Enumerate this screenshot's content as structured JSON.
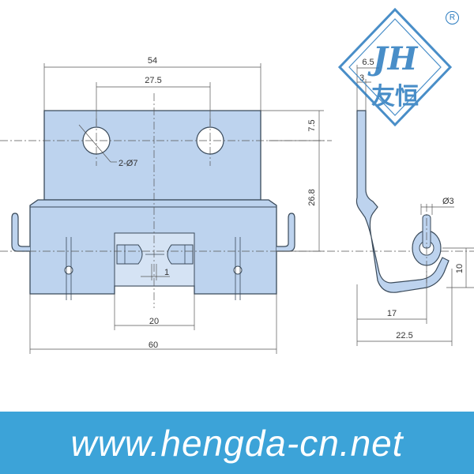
{
  "colors": {
    "part_fill": "#bdd3ee",
    "outline": "#3a4a5a",
    "dim_line": "#555555",
    "logo_blue": "#2a7bbf",
    "footer_bg": "#3ca3d8",
    "footer_text": "#ffffff"
  },
  "logo": {
    "letters": "JH",
    "chinese": "友恒",
    "registered": "R"
  },
  "dimensions": {
    "width_54": "54",
    "hole_spacing": "27.5",
    "top_offset": "7.5",
    "height_26_8": "26.8",
    "hole_callout": "2-Ø7",
    "gap_1": "1",
    "knuckle_20": "20",
    "overall_60": "60",
    "side_6_5": "6.5",
    "side_3": "3",
    "pin_dia": "Ø3",
    "pin_10": "10",
    "side_17": "17",
    "side_22_5": "22.5"
  },
  "footer": {
    "url": "www.hengda-cn.net"
  }
}
